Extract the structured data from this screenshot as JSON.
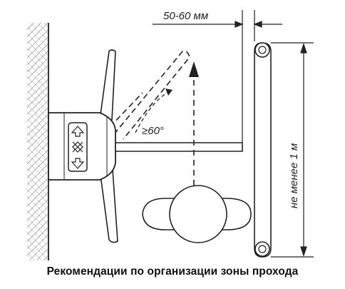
{
  "labels": {
    "gap": "50-60 мм",
    "angle": "≥60°",
    "min_width": "не менее 1 м"
  },
  "caption": "Рекомендации по организации зоны прохода",
  "colors": {
    "stroke": "#222222",
    "hatch": "#666666",
    "fill": "#ffffff"
  },
  "icons": {
    "arrows_up": "up-arrow-icon",
    "cross": "x-icon",
    "arrows_down": "down-arrow-icon"
  }
}
